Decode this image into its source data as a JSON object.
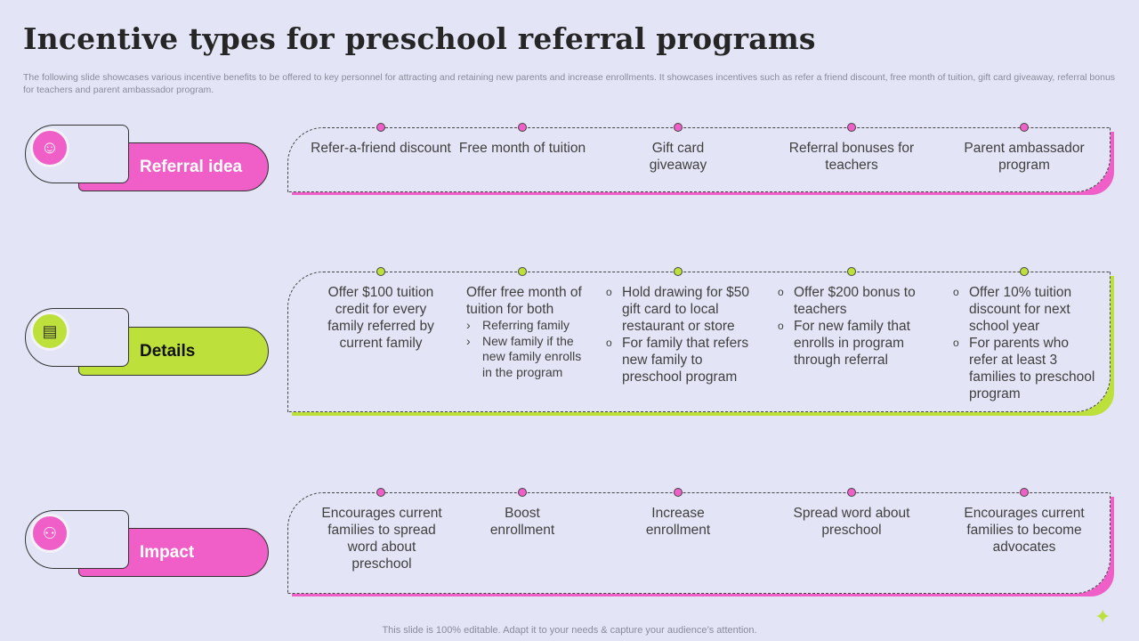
{
  "title": "Incentive types for preschool referral programs",
  "subtitle": "The following slide showcases various incentive benefits to be offered to key personnel for attracting and retaining new parents and increase enrollments. It showcases incentives such as refer a friend discount, free month of tuition, gift card giveaway, referral bonus for teachers and parent ambassador program.",
  "footer": "This slide is 100% editable. Adapt it to your needs & capture your audience’s attention.",
  "colors": {
    "pink": "#ef5fc7",
    "green": "#bde03a",
    "background": "#e3e5f6"
  },
  "rows": [
    {
      "label": "Referral idea",
      "icon": "head-idea-icon"
    },
    {
      "label": "Details",
      "icon": "document-icon"
    },
    {
      "label": "Impact",
      "icon": "network-user-icon"
    }
  ],
  "ideas": [
    "Refer-a-friend discount",
    "Free month of tuition",
    "Gift card giveaway",
    "Referral bonuses for teachers",
    "Parent ambassador program"
  ],
  "details": {
    "d1": "Offer $100 tuition credit for every family referred by current family",
    "d2": {
      "head": "Offer free month of tuition for both",
      "items": [
        "Referring family",
        "New family if the new family enrolls in the program"
      ]
    },
    "d3": [
      "Hold drawing for $50 gift card to local restaurant or store",
      "For family that refers new family to preschool program"
    ],
    "d4": [
      "Offer $200 bonus to teachers",
      "For new family that enrolls in program through referral"
    ],
    "d5": [
      "Offer 10% tuition discount for next school year",
      "For parents who refer at least 3 families to preschool program"
    ]
  },
  "impacts": [
    "Encourages current families to spread word about preschool",
    "Boost enrollment",
    "Increase enrollment",
    "Spread word about preschool",
    "Encourages current families to become advocates"
  ]
}
